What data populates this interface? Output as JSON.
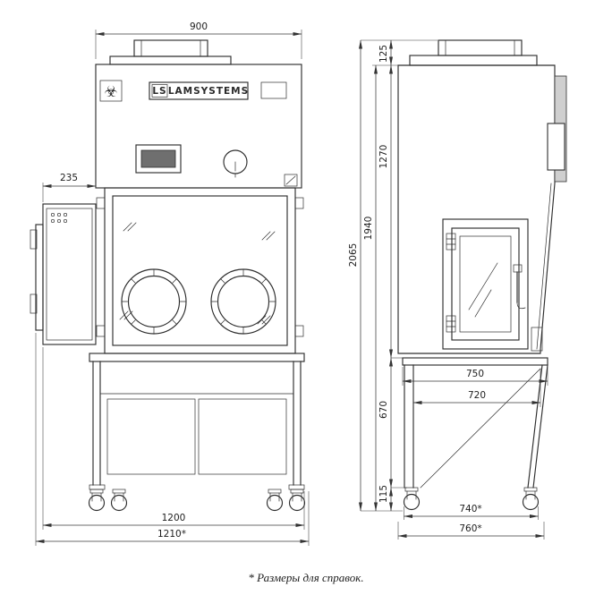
{
  "note": "* Размеры для справок.",
  "brand": {
    "ls": "LS",
    "name": "LAMSYSTEMS",
    "biohazard_glyph": "☣"
  },
  "dims": {
    "front": {
      "top_width": "900",
      "side_depth": "235",
      "base_width": "1200",
      "base_width_ref": "1210*"
    },
    "side": {
      "duct": "125",
      "chamber": "1270",
      "body": "1940",
      "total": "2065",
      "stand": "670",
      "caster": "115",
      "depth_top": "750",
      "depth_inner": "720",
      "wheel_span_ref": "740*",
      "base_depth_ref": "760*"
    }
  }
}
